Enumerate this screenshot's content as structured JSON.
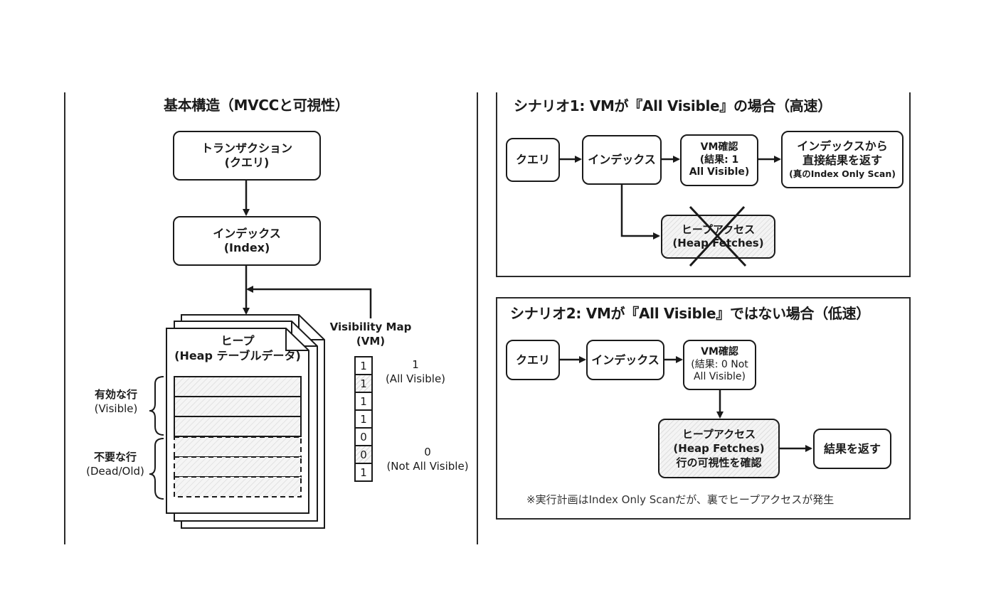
{
  "left_panel": {
    "title": "基本構造（MVCCと可視性）",
    "transaction_box": {
      "line1": "トランザクション",
      "line2": "(クエリ)"
    },
    "index_box": {
      "line1": "インデックス",
      "line2": "(Index)"
    },
    "heap": {
      "line1": "ヒープ",
      "line2": "(Heap テーブルデータ)"
    },
    "visible_rows_label": {
      "line1": "有効な行",
      "line2": "(Visible)"
    },
    "dead_rows_label": {
      "line1": "不要な行",
      "line2": "(Dead/Old)"
    },
    "visible_row_count": 3,
    "dead_row_count": 3,
    "visibility_map": {
      "title_line1": "Visibility Map",
      "title_line2": "(VM)",
      "cells": [
        {
          "value": "1",
          "hatched": false
        },
        {
          "value": "1",
          "hatched": true
        },
        {
          "value": "1",
          "hatched": false
        },
        {
          "value": "1",
          "hatched": false
        },
        {
          "value": "0",
          "hatched": false
        },
        {
          "value": "0",
          "hatched": true
        },
        {
          "value": "1",
          "hatched": false
        }
      ],
      "legend_all_visible": {
        "line1": "1",
        "line2": "(All Visible)"
      },
      "legend_not_all_visible": {
        "line1": "0",
        "line2": "(Not All Visible)"
      }
    }
  },
  "scenario1": {
    "title": "シナリオ1: VMが『All Visible』の場合（高速）",
    "query_box": "クエリ",
    "index_box": "インデックス",
    "vm_check_box": {
      "line1": "VM確認",
      "line2": "(結果: 1",
      "line3": "All Visible)"
    },
    "result_box": {
      "line1": "インデックスから",
      "line2": "直接結果を返す",
      "line3": "(真のIndex Only Scan)"
    },
    "heap_access_box": {
      "line1": "ヒープアクセス",
      "line2": "(Heap Fetches)",
      "crossed_out": true
    }
  },
  "scenario2": {
    "title": "シナリオ2: VMが『All Visible』ではない場合（低速）",
    "query_box": "クエリ",
    "index_box": "インデックス",
    "vm_check_box": {
      "line1": "VM確認",
      "line2": "(結果: 0 Not",
      "line3": "All Visible)"
    },
    "heap_access_box": {
      "line1": "ヒープアクセス",
      "line2": "(Heap Fetches)",
      "line3": "行の可視性を確認"
    },
    "result_box": "結果を返す",
    "note": "※実行計画はIndex Only Scanだが、裏でヒープアクセスが発生"
  }
}
